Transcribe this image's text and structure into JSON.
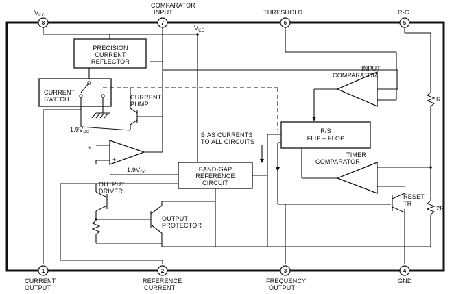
{
  "pins": {
    "p8": {
      "num": "8",
      "label": "V",
      "sub": "CC"
    },
    "p7": {
      "num": "7",
      "label": "COMPARATOR",
      "label2": "INPUT"
    },
    "p6": {
      "num": "6",
      "label": "THRESHOLD"
    },
    "p5": {
      "num": "5",
      "label": "R-C"
    },
    "p1": {
      "num": "1",
      "label": "CURRENT",
      "label2": "OUTPUT"
    },
    "p2": {
      "num": "2",
      "label": "REFERENCE",
      "label2": "CURRENT"
    },
    "p3": {
      "num": "3",
      "label": "FREQUENCY",
      "label2": "OUTPUT"
    },
    "p4": {
      "num": "4",
      "label": "GND"
    }
  },
  "blocks": {
    "reflector": {
      "line1": "PRECISION",
      "line2": "CURRENT",
      "line3": "REFLECTOR"
    },
    "switch": {
      "line1": "CURRENT",
      "line2": "SWITCH"
    },
    "flipflop": {
      "line1": "R/S",
      "line2": "FLIP – FLOP"
    },
    "bandgap": {
      "line1": "BAND-GAP",
      "line2": "REFERENCE",
      "line3": "CIRCUIT"
    }
  },
  "labels": {
    "vcc_inner": "V",
    "vcc_inner_sub": "CC",
    "current_pump_1": "CURRENT",
    "current_pump_2": "PUMP",
    "v19a": "1.9V",
    "v19a_sub": "DC",
    "v19b": "1.9V",
    "v19b_sub": "DC",
    "bias_1": "BIAS CURRENTS",
    "bias_2": "TO ALL CIRCUITS",
    "input_comp_1": "INPUT",
    "input_comp_2": "COMPARATOR",
    "timer_comp_1": "TIMER",
    "timer_comp_2": "COMPARATOR",
    "output_driver_1": "OUTPUT",
    "output_driver_2": "DRIVER",
    "output_protector_1": "OUTPUT",
    "output_protector_2": "PROTECTOR",
    "reset_1": "RESET",
    "reset_2": "TR",
    "res_r": "R",
    "res_2r": "2R",
    "opamp_minus": "-",
    "opamp_plus": "+",
    "star": "*"
  }
}
